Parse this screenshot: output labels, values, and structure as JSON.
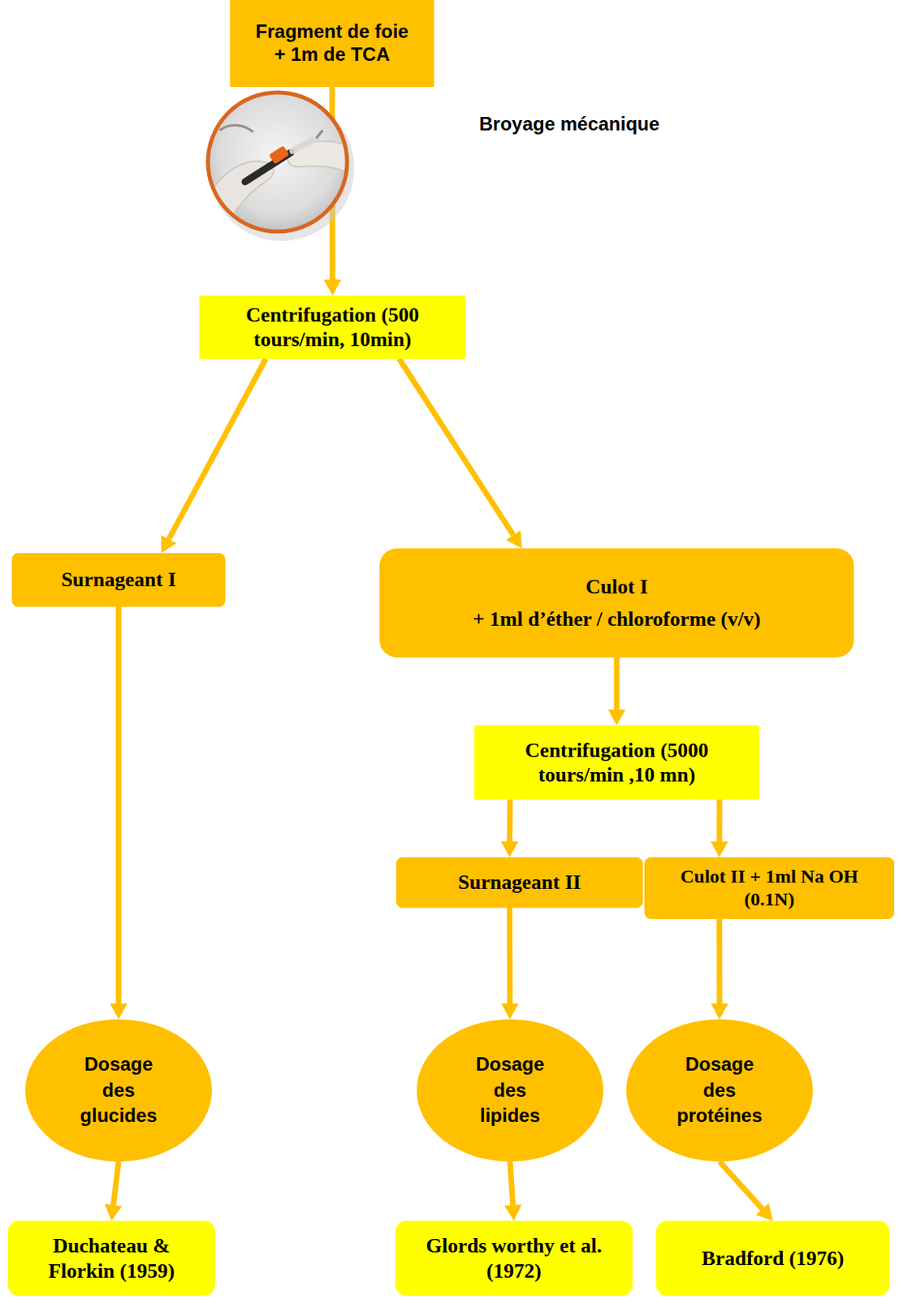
{
  "diagram": {
    "nodes": [
      {
        "text": [
          "Fragment de foie + 1m de TCA"
        ]
      },
      {
        "text": [
          "Centrifugation (500 tours/min, 10min)"
        ]
      },
      {
        "text": [
          "Surnageant I"
        ]
      },
      {
        "text": [
          "Culot I",
          "+ 1ml d’éther / chloroforme (v/v)"
        ]
      },
      {
        "text": [
          "Centrifugation (5000 tours/min ,10 mn)"
        ]
      },
      {
        "text": [
          "Surnageant II"
        ]
      },
      {
        "text": [
          "Culot II + 1ml Na OH (0.1N)"
        ]
      },
      {
        "text": [
          "Dosage des glucides"
        ]
      },
      {
        "text": [
          "Dosage des lipides"
        ]
      },
      {
        "text": [
          "Dosage des protéines"
        ]
      },
      {
        "text": [
          "Duchateau & Florkin (1959)"
        ]
      },
      {
        "text": [
          "Glords worthy et al. (1972)"
        ]
      },
      {
        "text": [
          "Bradford (1976)"
        ]
      }
    ],
    "edges": [
      {
        "from": 0,
        "to": 1,
        "arrow": "to"
      },
      {
        "from": 1,
        "to": 2,
        "arrow": "to"
      },
      {
        "from": 1,
        "to": 3,
        "arrow": "to"
      },
      {
        "from": 3,
        "to": 4,
        "arrow": "to"
      },
      {
        "from": 4,
        "to": 5,
        "arrow": "to"
      },
      {
        "from": 4,
        "to": 6,
        "arrow": "to"
      },
      {
        "from": 2,
        "to": 7,
        "arrow": "to"
      },
      {
        "from": 5,
        "to": 8,
        "arrow": "to"
      },
      {
        "from": 6,
        "to": 9,
        "arrow": "to"
      },
      {
        "from": 7,
        "to": 10,
        "arrow": "to"
      },
      {
        "from": 8,
        "to": 11,
        "arrow": "to"
      },
      {
        "from": 9,
        "to": 12,
        "arrow": "to"
      }
    ],
    "labels": [
      "Broyage mécanique"
    ]
  }
}
